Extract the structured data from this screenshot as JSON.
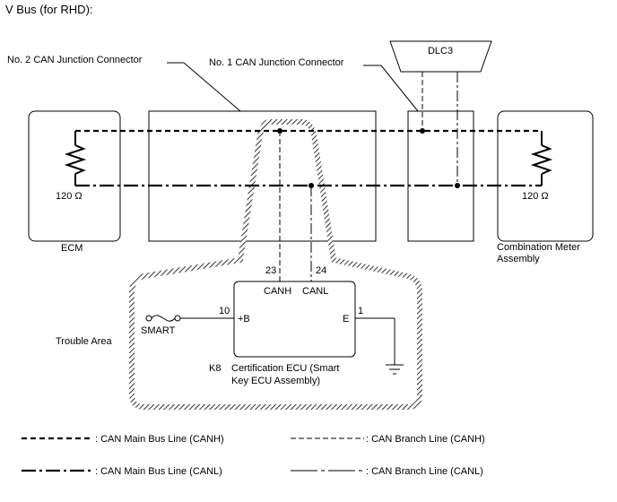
{
  "title": "V Bus (for RHD):",
  "connectors": {
    "no2": "No. 2 CAN Junction Connector",
    "no1": "No. 1 CAN Junction Connector",
    "dlc3": "DLC3"
  },
  "components": {
    "ecm": "ECM",
    "meter_line1": "Combination Meter",
    "meter_line2": "Assembly",
    "resistor_left": "120 Ω",
    "resistor_right": "120 Ω"
  },
  "ecu": {
    "code": "K8",
    "name_line1": "Certification ECU (Smart",
    "name_line2": "Key ECU Assembly)",
    "canh_pin": "23",
    "canl_pin": "24",
    "canh_label": "CANH",
    "canl_label": "CANL",
    "b_pin": "10",
    "b_label": "+B",
    "e_pin": "1",
    "e_label": "E",
    "fuse_label": "SMART"
  },
  "trouble_area": "Trouble Area",
  "legend": {
    "main_canh": ": CAN Main Bus Line (CANH)",
    "main_canl": ": CAN Main Bus Line (CANL)",
    "branch_canh": ": CAN Branch Line (CANH)",
    "branch_canl": ": CAN Branch Line (CANL)"
  }
}
